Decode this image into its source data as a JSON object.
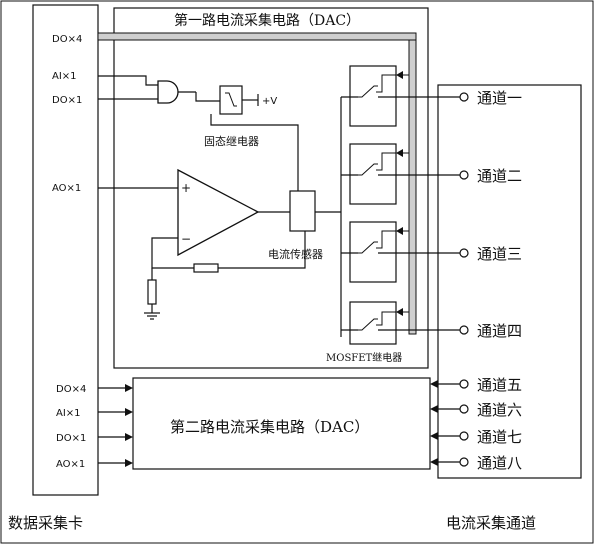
{
  "card": {
    "title": "数据采集卡",
    "signals_top": [
      "DO×4",
      "AI×1",
      "DO×1",
      "AO×1"
    ],
    "signals_bottom": [
      "DO×4",
      "AI×1",
      "DO×1",
      "AO×1"
    ]
  },
  "circuit1": {
    "title": "第一路电流采集电路（DAC）",
    "ssr_label": "固态继电器",
    "vplus": "+V",
    "sensor_label": "电流传感器",
    "mosfet_label": "MOSFET继电器",
    "opamp_plus": "+",
    "opamp_minus": "−"
  },
  "circuit2": {
    "title": "第二路电流采集电路（DAC）"
  },
  "channels": {
    "title": "电流采集通道",
    "items": [
      "通道一",
      "通道二",
      "通道三",
      "通道四",
      "通道五",
      "通道六",
      "通道七",
      "通道八"
    ]
  }
}
